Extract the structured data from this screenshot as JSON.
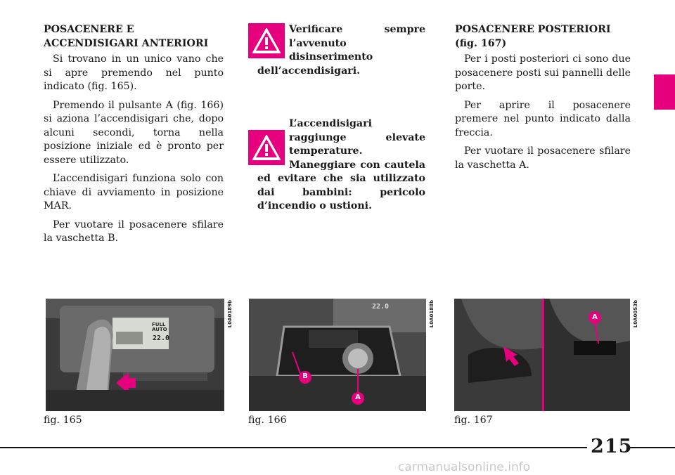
{
  "left": {
    "heading": "POSACENERE E ACCENDISIGARI ANTERIORI",
    "p1": "Si trovano in un unico vano che si apre premendo nel punto indicato (fig. 165).",
    "p2": "Premendo il pulsante A (fig. 166) si aziona l’accendisigari che, dopo alcuni secondi, torna nella posizione iniziale ed è pronto per essere utilizzato.",
    "p3": "L’accendisigari funziona solo con chiave di avviamento in posizione MAR.",
    "p4": "Per vuotare il posacenere sfilare la vaschetta B."
  },
  "middle": {
    "warning1": "Verificare sempre l’avvenuto disinserimento dell’accendisigari.",
    "warning2": "L’accendisigari raggiunge elevate temperature. Maneggiare con cautela ed evitare che sia utilizzato dai bambini: pericolo d’incendio o ustioni."
  },
  "right": {
    "heading": "POSACENERE POSTERIORI (fig. 167)",
    "p1": "Per i posti posteriori ci sono due posacenere posti sui pannelli delle porte.",
    "p2": "Per aprire il posacenere premere nel punto indicato dalla freccia.",
    "p3": "Per vuotare il posacenere sfilare la vaschetta A."
  },
  "figures": [
    {
      "caption": "fig. 165",
      "code": "L0A0189b",
      "display_text": [
        "FULL",
        "AUTO",
        "22.0"
      ]
    },
    {
      "caption": "fig. 166",
      "code": "L0A0188b",
      "labels": [
        "B",
        "A"
      ],
      "display_text": "22.0"
    },
    {
      "caption": "fig. 167",
      "code": "L0A0053b",
      "labels": [
        "A"
      ]
    }
  ],
  "page_number": "215",
  "watermark": "carmanualsonline.info",
  "colors": {
    "accent": "#e6007e",
    "text": "#1a1a1a"
  }
}
